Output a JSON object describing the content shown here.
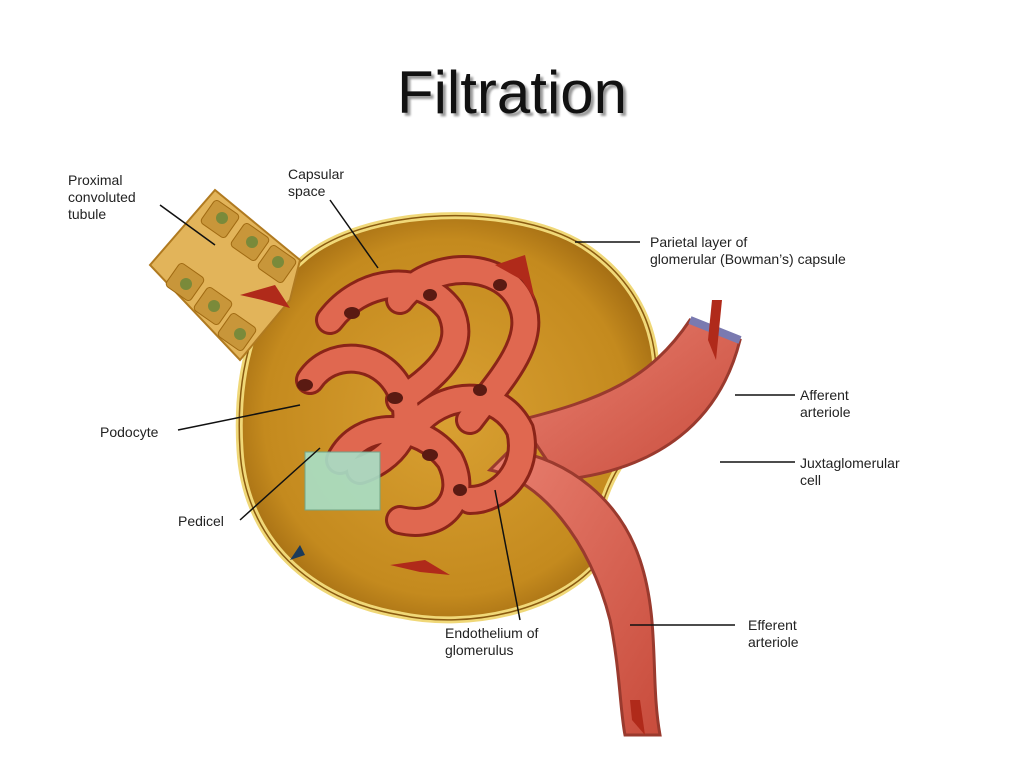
{
  "slide": {
    "title": "Filtration"
  },
  "diagram": {
    "labels": {
      "proximal_tubule": "Proximal\nconvoluted\ntubule",
      "capsular_space": "Capsular\nspace",
      "parietal_layer": "Parietal layer of\nglomerular (Bowman’s) capsule",
      "afferent_arteriole": "Afferent\narteriole",
      "juxtaglomerular_cell": "Juxtaglomerular\ncell",
      "podocyte": "Podocyte",
      "pedicel": "Pedicel",
      "endothelium": "Endothelium of\nglomerulus",
      "efferent_arteriole": "Efferent\narteriole"
    },
    "colors": {
      "capsule": "#c48a1e",
      "capsule_rim": "#f0d878",
      "glomerulus": "#d9523e",
      "vessel": "#e07060",
      "arrow": "#b02a1a",
      "highlight_box": "#a8e0c8"
    }
  }
}
